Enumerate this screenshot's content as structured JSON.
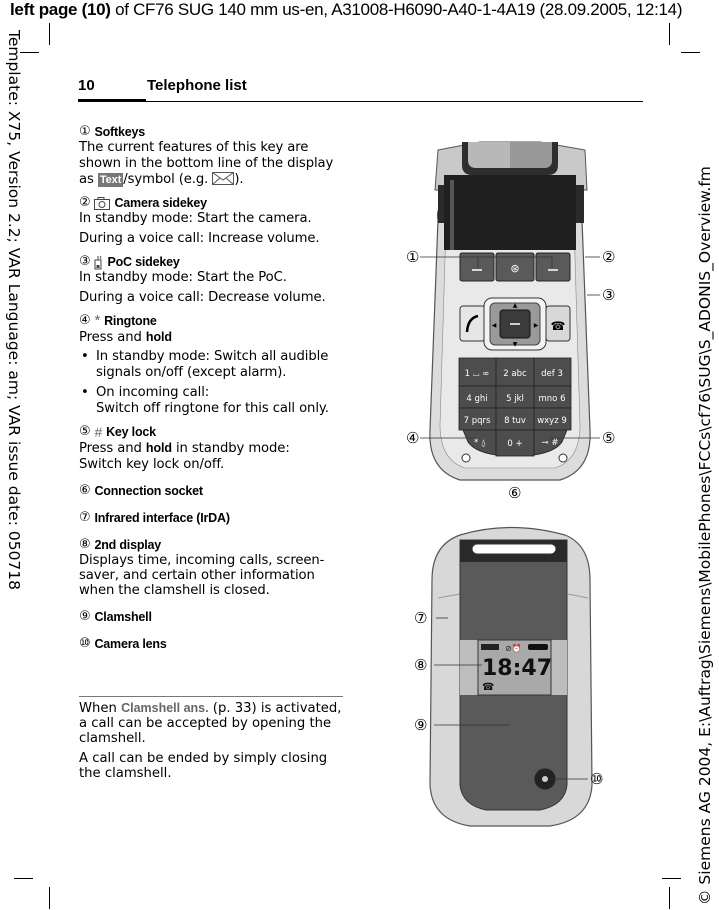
{
  "print_header": {
    "page_label_bold": "left page (10)",
    "page_label_rest": " of CF76 SUG 140 mm us-en, A31008-H6090-A40-1-4A19 (28.09.2005, 12:14)"
  },
  "margin_left_text": "Template: X75, Version 2.2; VAR Language: am; VAR issue date: 050718",
  "margin_right_text": "© Siemens AG 2004, E:\\Auftrag\\Siemens\\MobilePhones\\FCCs\\cf76\\SUG\\S_ADONIS_Overview.fm",
  "page": {
    "number": "10",
    "title": "Telephone list"
  },
  "items": [
    {
      "num": "①",
      "icon": "",
      "title": "Softkeys",
      "body_a": "The current features of this key are shown in the bottom line of the display as ",
      "badge": "Text",
      "body_b": "/symbol (e.g. ",
      "body_c": ")."
    },
    {
      "num": "②",
      "icon": "camera-icon",
      "title": "Camera sidekey",
      "lines": [
        "In standby mode: Start the camera.",
        "During a voice call: Increase volume."
      ]
    },
    {
      "num": "③",
      "icon": "poc-icon",
      "title": "PoC sidekey",
      "lines": [
        "In standby mode: Start the PoC.",
        "During a voice call: Decrease volume."
      ]
    },
    {
      "num": "④",
      "icon_text": "*",
      "title": "Ringtone",
      "intro_a": "Press and ",
      "intro_bold": "hold",
      "bullets": [
        "In standby mode: Switch all audible signals on/off (except alarm).",
        "On incoming call:\nSwitch off ringtone for this call only."
      ]
    },
    {
      "num": "⑤",
      "icon_text": "#",
      "title": "Key lock",
      "intro_a": "Press and ",
      "intro_bold": "hold",
      "intro_b": " in standby mode:",
      "line2": "Switch key lock on/off."
    },
    {
      "num": "⑥",
      "title": "Connection socket"
    },
    {
      "num": "⑦",
      "title": "Infrared interface (IrDA)"
    },
    {
      "num": "⑧",
      "title": "2nd display",
      "body": "Displays time, incoming calls, screen-saver, and certain other information when the clamshell is closed."
    },
    {
      "num": "⑨",
      "title": "Clamshell"
    },
    {
      "num": "⑩",
      "title": "Camera lens"
    }
  ],
  "note": {
    "p1_a": "When ",
    "p1_menu": "Clamshell ans.",
    "p1_b": " (p. 33) is activated, a call can be accepted by opening the clamshell.",
    "p2": "A call can be ended by simply closing the clamshell."
  },
  "figure_open": {
    "callouts": [
      "①",
      "②",
      "③",
      "④",
      "⑤",
      "⑥"
    ],
    "keys": [
      [
        "1 ⌴ ∞",
        "2 abc",
        "def 3"
      ],
      [
        "4 ghi",
        "5 jkl",
        "mno 6"
      ],
      [
        "7 pqrs",
        "8 tuv",
        "wxyz 9"
      ],
      [
        "* ⍙",
        "0 +",
        "⊸ #"
      ]
    ]
  },
  "figure_closed": {
    "callouts": [
      "⑦",
      "⑧",
      "⑨",
      "⑩"
    ],
    "time": "18:47"
  }
}
